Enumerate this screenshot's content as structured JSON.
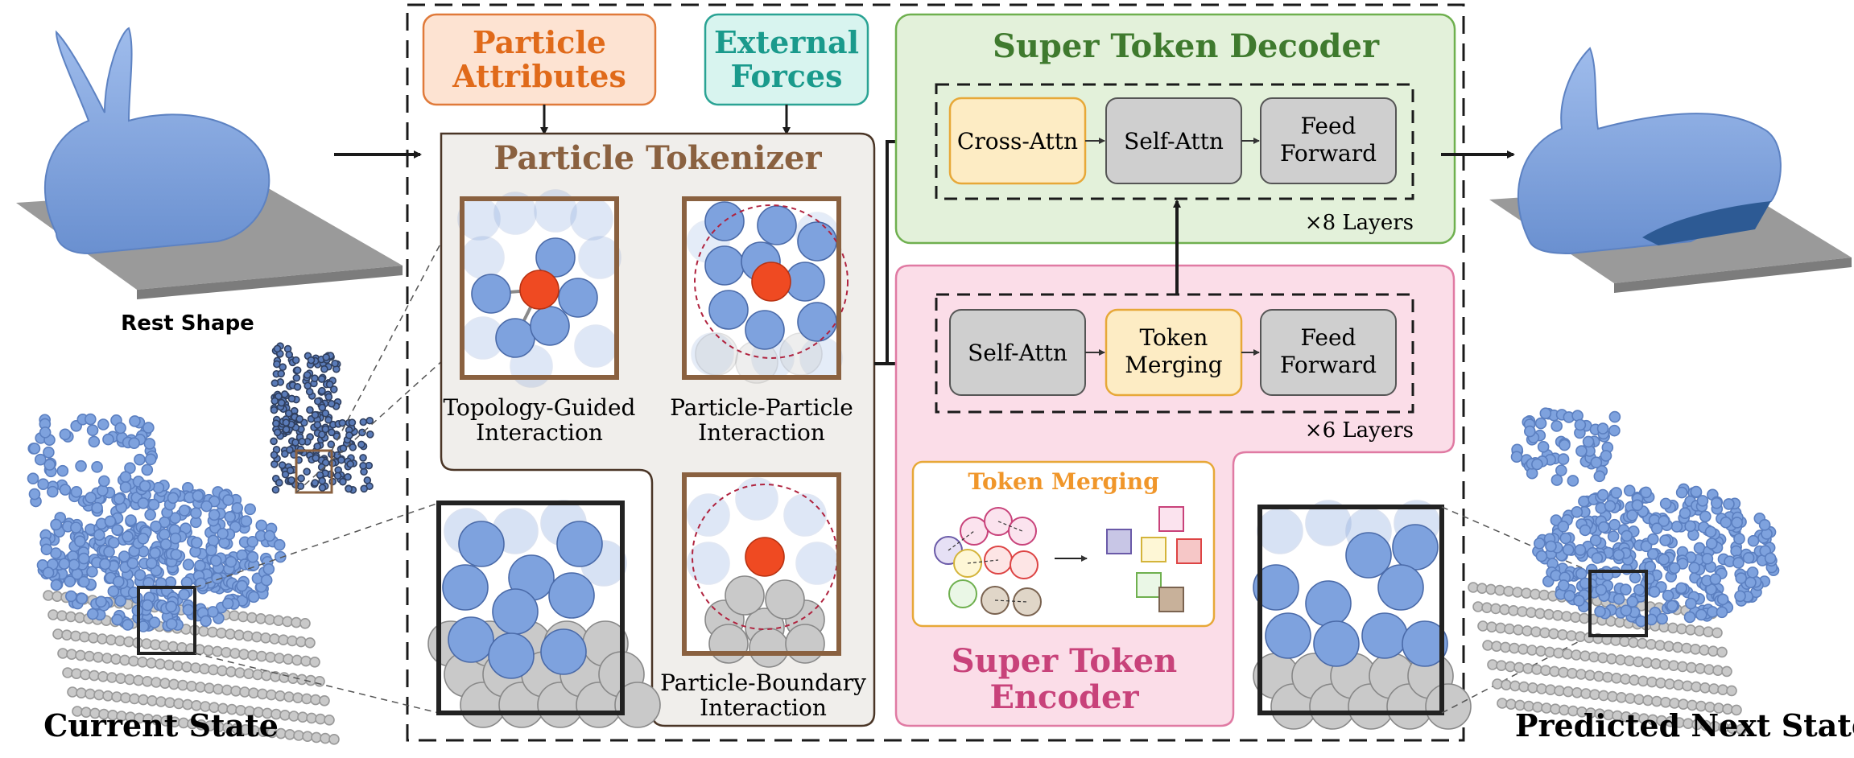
{
  "inputs": {
    "particle_attributes": [
      "Particle",
      "Attributes"
    ],
    "external_forces": [
      "External",
      "Forces"
    ]
  },
  "tokenizer": {
    "title": "Particle Tokenizer",
    "topology": [
      "Topology-Guided",
      "Interaction"
    ],
    "pp": [
      "Particle-Particle",
      "Interaction"
    ],
    "pb": [
      "Particle-Boundary",
      "Interaction"
    ],
    "rest_shape": "Rest Shape"
  },
  "decoder": {
    "title": "Super Token Decoder",
    "blocks": [
      [
        "Cross-Attn"
      ],
      [
        "Self-Attn"
      ],
      [
        "Feed",
        "Forward"
      ]
    ],
    "layers": "×8 Layers"
  },
  "encoder": {
    "title": [
      "Super Token",
      "Encoder"
    ],
    "blocks": [
      [
        "Self-Attn"
      ],
      [
        "Token",
        "Merging"
      ],
      [
        "Feed",
        "Forward"
      ]
    ],
    "layers": "×6 Layers",
    "merging_title": "Token Merging"
  },
  "labels": {
    "current": "Current State",
    "predicted": "Predicted Next State"
  },
  "colors": {
    "orange_text": "#e06a1a",
    "teal_text": "#1a9a8c",
    "brown_text": "#8a6140",
    "green_text": "#3f7a2e",
    "pink_text": "#c8427a",
    "particle_blue": "#7ea2de",
    "particle_red": "#ef4a22",
    "particle_gray": "#c9c9c9"
  }
}
